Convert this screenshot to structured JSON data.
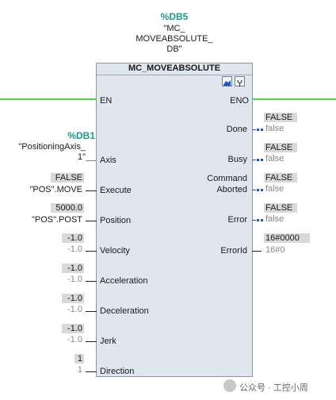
{
  "instance": {
    "db": "%DB5",
    "name_lines": [
      "\"MC_",
      "MOVEABSOLUTE_",
      "DB\""
    ]
  },
  "block": {
    "title": "MC_MOVEABSOLUTE"
  },
  "pins": {
    "en": "EN",
    "eno": "ENO",
    "inputs": {
      "axis": "Axis",
      "execute": "Execute",
      "position": "Position",
      "velocity": "Velocity",
      "acceleration": "Acceleration",
      "deceleration": "Deceleration",
      "jerk": "Jerk",
      "direction": "Direction"
    },
    "outputs": {
      "done": "Done",
      "busy": "Busy",
      "command_aborted_1": "Command",
      "command_aborted_2": "Aborted",
      "error": "Error",
      "errorid": "ErrorId"
    }
  },
  "left_params": {
    "axis_db": "%DB1",
    "axis_name_1": "\"PositioningAxis_",
    "axis_name_2": "1\"",
    "execute_value": "FALSE",
    "execute_tag": "\"POS\".MOVE",
    "position_value": "5000.0",
    "position_tag": "\"POS\".POST",
    "velocity_value": "-1.0",
    "velocity_default": "-1.0",
    "acceleration_value": "-1.0",
    "acceleration_default": "-1.0",
    "deceleration_value": "-1.0",
    "deceleration_default": "-1.0",
    "jerk_value": "-1.0",
    "jerk_default": "-1.0",
    "direction_value": "1",
    "direction_default": "1"
  },
  "right_params": {
    "done_value": "FALSE",
    "done_default": "false",
    "busy_value": "FALSE",
    "busy_default": "false",
    "aborted_value": "FALSE",
    "aborted_default": "false",
    "error_value": "FALSE",
    "error_default": "false",
    "errorid_value": "16#0000",
    "errorid_default": "16#0"
  },
  "watermark": {
    "text": "公众号 · 工控小周"
  },
  "colors": {
    "power_flow": "#3fd83f",
    "db_tag": "#1a9c8c",
    "block_bg": "#dfe6ee",
    "pin_marker": "#1a57c8"
  }
}
